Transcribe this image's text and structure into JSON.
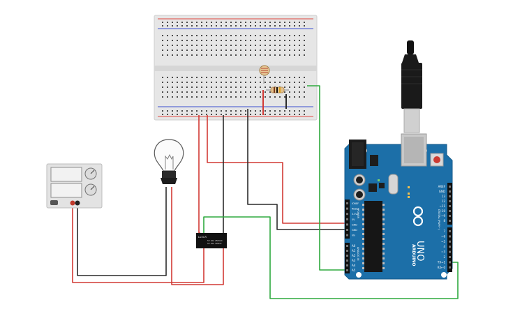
{
  "colors": {
    "background": "#ffffff",
    "breadboard": "#e6e6e6",
    "breadboard_rail_red": "#e0463e",
    "breadboard_rail_blue": "#3a4fd0",
    "arduino_board": "#1c6fa8",
    "arduino_board_dark": "#155a8a",
    "wire_red": "#d23a35",
    "wire_black": "#2b2b2b",
    "wire_green": "#2faa3f",
    "relay_body": "#111111",
    "power_supply": "#e3e3e3"
  },
  "components": {
    "relay": {
      "name": "relay-module",
      "label_line1": "LU-5-R",
      "label_line2": "5V 10A 250VAC",
      "label_line3": "5V 10A 30VDC"
    },
    "arduino": {
      "name": "arduino-uno",
      "brand_text": "ARDUINO",
      "model_text": "UNO",
      "power_header_labels": [
        "IOREF",
        "RESET",
        "3.3V",
        "5V",
        "GND",
        "GND",
        "Vin"
      ],
      "analog_header_labels": [
        "A0",
        "A1",
        "A2",
        "A3",
        "A4",
        "A5"
      ],
      "digital_header_labels": [
        "AREF",
        "GND",
        "13",
        "12",
        "~11",
        "~10",
        "~9",
        "8",
        "7",
        "~6",
        "~5",
        "4",
        "~3",
        "2",
        "TX→1",
        "RX←0"
      ],
      "side_labels": {
        "power": "POWER",
        "analog_in": "ANALOG IN",
        "digital": "DIGITAL (PWM~)"
      }
    },
    "power_supply": {
      "name": "dc-power-supply"
    },
    "bulb": {
      "name": "light-bulb"
    },
    "photoresistor": {
      "name": "photoresistor"
    },
    "resistor": {
      "name": "resistor"
    },
    "usb_cable": {
      "name": "usb-cable"
    }
  }
}
